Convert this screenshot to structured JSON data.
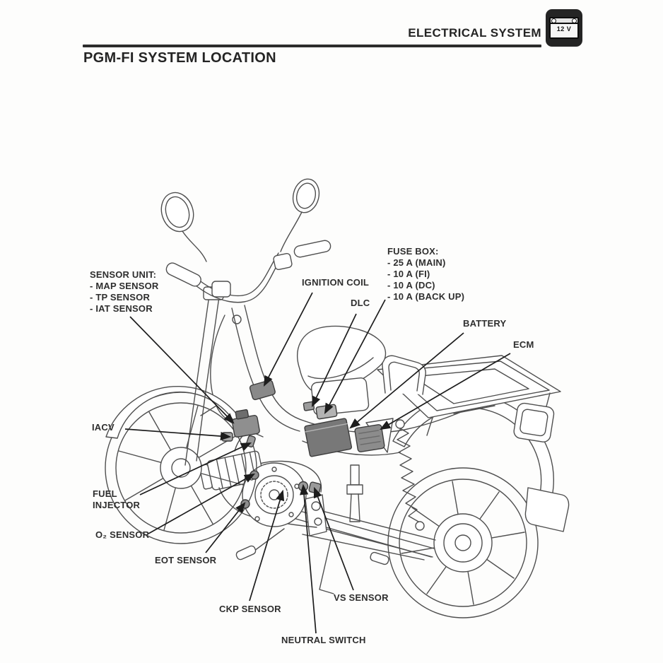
{
  "header": {
    "section_title": "ELECTRICAL SYSTEM",
    "battery_icon": {
      "icon": "battery-12v-icon",
      "label": "12 V"
    }
  },
  "title": "PGM-FI SYSTEM LOCATION",
  "diagram": {
    "labels": {
      "sensor_unit": "SENSOR UNIT:\n- MAP SENSOR\n- TP SENSOR\n- IAT SENSOR",
      "ignition_coil": "IGNITION COIL",
      "dlc": "DLC",
      "fuse_box": "FUSE BOX:\n- 25 A (MAIN)\n- 10 A (FI)\n- 10 A (DC)\n- 10 A (BACK UP)",
      "battery": "BATTERY",
      "ecm": "ECM",
      "iacv": "IACV",
      "fuel_injector": "FUEL\nINJECTOR",
      "o2_sensor": "O₂ SENSOR",
      "eot_sensor": "EOT SENSOR",
      "ckp_sensor": "CKP SENSOR",
      "vs_sensor": "VS SENSOR",
      "neutral_switch": "NEUTRAL SWITCH"
    }
  }
}
